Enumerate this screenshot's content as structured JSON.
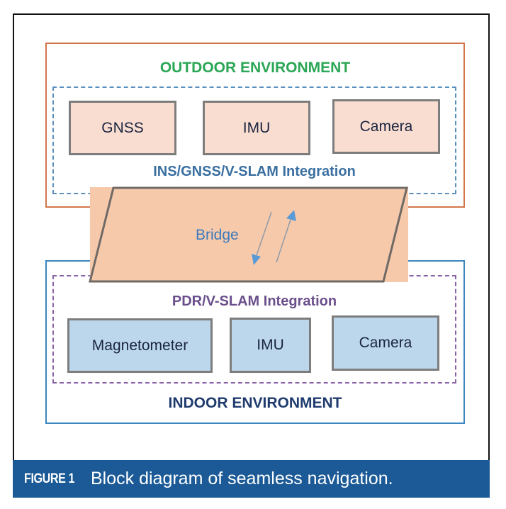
{
  "figure": {
    "caption_label": "FIGURE 1",
    "caption_text": "Block diagram of seamless navigation.",
    "colors": {
      "caption_bar": "#1b5a96",
      "outdoor_border": "#d2764a",
      "outdoor_title": "#2aa655",
      "outdoor_dashed": "#5a8fbe",
      "indoor_border": "#3a86c0",
      "indoor_title": "#1f3b6e",
      "indoor_dashed": "#8a64a8",
      "bridge_fill": "#f7c9ab",
      "outdoor_sensor_fill": "#f9ddd0",
      "indoor_sensor_fill": "#bcd7ec",
      "arrow": "#5b9bd5"
    }
  },
  "outdoor": {
    "title": "OUTDOOR ENVIRONMENT",
    "integration": "INS/GNSS/V-SLAM Integration",
    "sensors": [
      "GNSS",
      "IMU",
      "Camera"
    ]
  },
  "bridge": {
    "label": "Bridge",
    "arrows": [
      "down",
      "up"
    ]
  },
  "indoor": {
    "title": "INDOOR ENVIRONMENT",
    "integration": "PDR/V-SLAM Integration",
    "sensors": [
      "Magnetometer",
      "IMU",
      "Camera"
    ]
  }
}
